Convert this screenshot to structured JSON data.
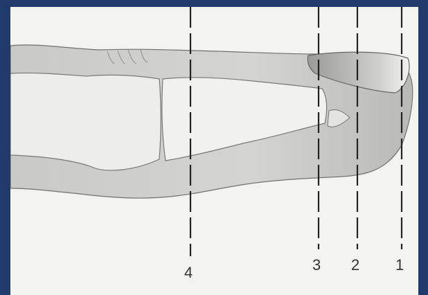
{
  "diagram": {
    "lines": [
      {
        "label": "4"
      },
      {
        "label": "3"
      },
      {
        "label": "2"
      },
      {
        "label": "1"
      }
    ]
  }
}
